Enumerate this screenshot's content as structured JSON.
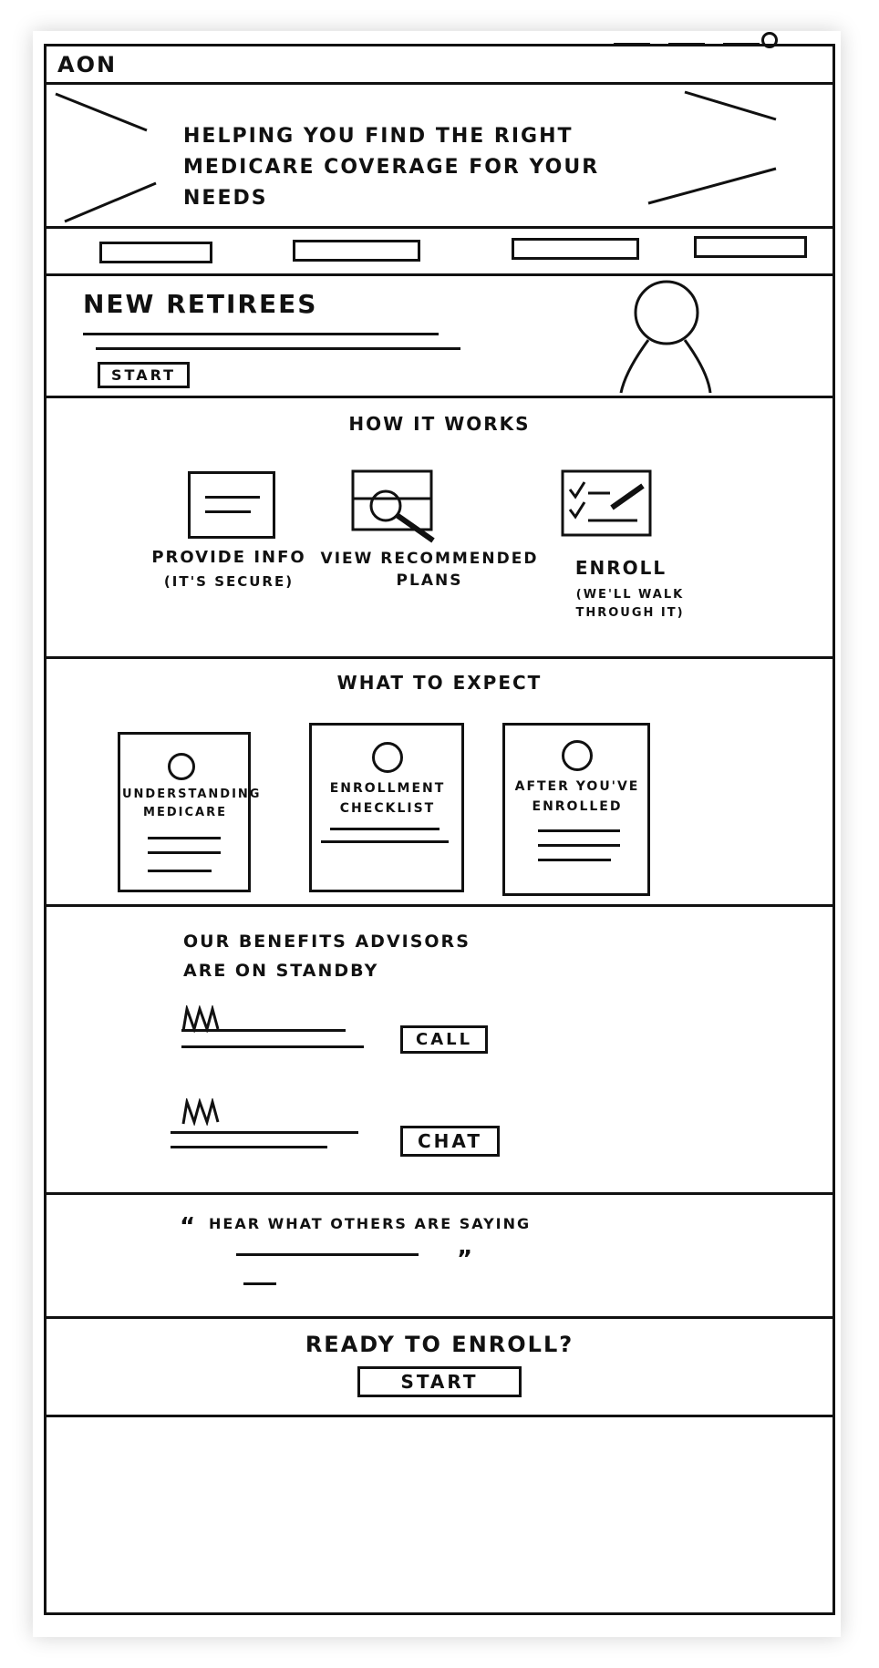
{
  "header": {
    "logo": "AON"
  },
  "hero": {
    "headline": "HELPING YOU FIND THE RIGHT MEDICARE COVERAGE FOR YOUR NEEDS"
  },
  "new_retirees": {
    "title": "NEW RETIREES",
    "start_label": "START"
  },
  "how_it_works": {
    "title": "HOW IT WORKS",
    "steps": [
      {
        "label": "PROVIDE INFO",
        "sub": "(IT'S SECURE)"
      },
      {
        "label": "VIEW RECOMMENDED PLANS",
        "sub": ""
      },
      {
        "label": "ENROLL",
        "sub": "(WE'LL WALK THROUGH IT)"
      }
    ]
  },
  "what_to_expect": {
    "title": "WHAT TO EXPECT",
    "cards": [
      {
        "title": "UNDERSTANDING MEDICARE"
      },
      {
        "title": "ENROLLMENT CHECKLIST"
      },
      {
        "title": "AFTER YOU'VE ENROLLED"
      }
    ]
  },
  "advisors": {
    "title": "OUR BENEFITS ADVISORS ARE ON STANDBY",
    "call_label": "CALL",
    "chat_label": "CHAT"
  },
  "testimonials": {
    "title": "HEAR WHAT OTHERS ARE SAYING"
  },
  "cta": {
    "title": "READY TO ENROLL?",
    "start_label": "START"
  }
}
